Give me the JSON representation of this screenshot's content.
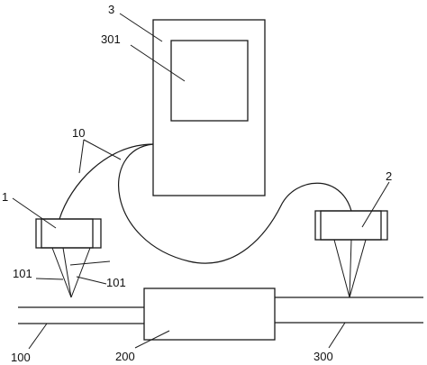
{
  "labels": {
    "device": "3",
    "display": "301",
    "cable": "10",
    "sensor_left": "1",
    "sensor_right": "2",
    "beam_lines": "101",
    "beam_lines_second": "101",
    "pipe_left": "100",
    "pipe_middle": "200",
    "pipe_right": "300"
  },
  "colors": {
    "stroke": "#1a1a1a",
    "background": "#ffffff"
  }
}
